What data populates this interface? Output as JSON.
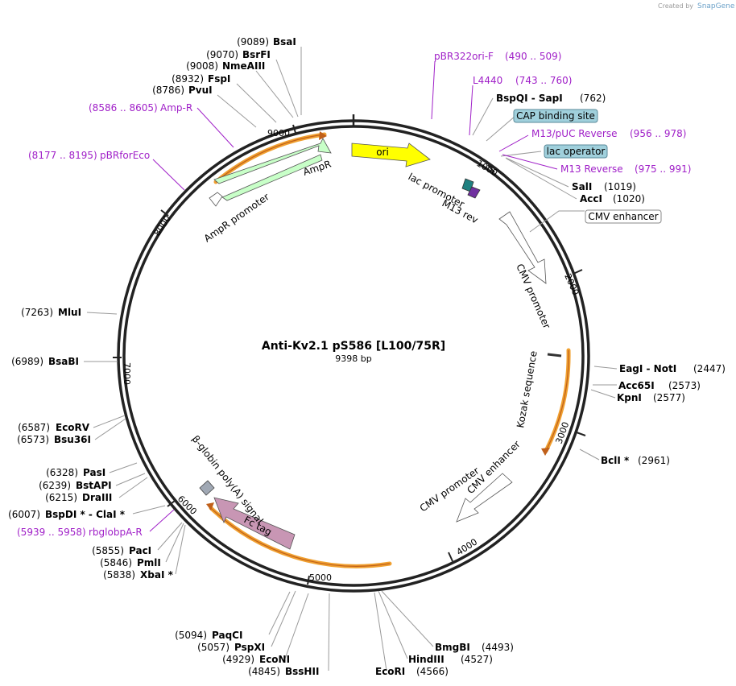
{
  "credit": {
    "text": "Created by",
    "brand": "SnapGene"
  },
  "plasmid": {
    "name": "Anti-Kv2.1 pS586 [L100/75R]",
    "length": "9398 bp",
    "total_bp": 9398
  },
  "ticks": [
    "1000",
    "2000",
    "3000",
    "4000",
    "5000",
    "6000",
    "7000",
    "8000",
    "9000"
  ],
  "enzymes_left": [
    {
      "pos": "(9089)",
      "name": "BsaI"
    },
    {
      "pos": "(9070)",
      "name": "BsrFI"
    },
    {
      "pos": "(9008)",
      "name": "NmeAIII"
    },
    {
      "pos": "(8932)",
      "name": "FspI"
    },
    {
      "pos": "(8786)",
      "name": "PvuI"
    },
    {
      "pos": "(7263)",
      "name": "MluI"
    },
    {
      "pos": "(6989)",
      "name": "BsaBI"
    },
    {
      "pos": "(6587)",
      "name": "EcoRV"
    },
    {
      "pos": "(6573)",
      "name": "Bsu36I"
    },
    {
      "pos": "(6328)",
      "name": "PasI"
    },
    {
      "pos": "(6239)",
      "name": "BstAPI"
    },
    {
      "pos": "(6215)",
      "name": "DraIII"
    },
    {
      "pos": "(6007)",
      "name": "BspDI *  -  ClaI *"
    },
    {
      "pos": "(5855)",
      "name": "PacI"
    },
    {
      "pos": "(5846)",
      "name": "PmlI"
    },
    {
      "pos": "(5838)",
      "name": "XbaI *"
    },
    {
      "pos": "(5094)",
      "name": "PaqCI"
    },
    {
      "pos": "(5057)",
      "name": "PspXI"
    },
    {
      "pos": "(4929)",
      "name": "EcoNI"
    },
    {
      "pos": "(4845)",
      "name": "BssHII"
    }
  ],
  "enzymes_right": [
    {
      "name": "BspQI  -  SapI",
      "pos": "(762)"
    },
    {
      "name": "SalI",
      "pos": "(1019)"
    },
    {
      "name": "AccI",
      "pos": "(1020)"
    },
    {
      "name": "EagI  -  NotI",
      "pos": "(2447)"
    },
    {
      "name": "Acc65I",
      "pos": "(2573)"
    },
    {
      "name": "KpnI",
      "pos": "(2577)"
    },
    {
      "name": "BclI *",
      "pos": "(2961)"
    },
    {
      "name": "BmgBI",
      "pos": "(4493)"
    },
    {
      "name": "HindIII",
      "pos": "(4527)"
    },
    {
      "name": "EcoRI",
      "pos": "(4566)"
    }
  ],
  "primers": [
    {
      "name": "pBR322ori-F",
      "range": "(490 .. 509)"
    },
    {
      "name": "L4440",
      "range": "(743 .. 760)"
    },
    {
      "name": "M13/pUC Reverse",
      "range": "(956 .. 978)"
    },
    {
      "name": "M13 Reverse",
      "range": "(975 .. 991)"
    },
    {
      "name": "Amp-R",
      "range": "(8586 .. 8605)"
    },
    {
      "name": "pBRforEco",
      "range": "(8177 .. 8195)"
    },
    {
      "name": "rbglobpA-R",
      "range": "(5939 .. 5958)"
    }
  ],
  "boxed_features": [
    "CAP binding site",
    "lac operator",
    "CMV enhancer"
  ],
  "features": {
    "ori": "ori",
    "ampr": "AmpR",
    "ampr_promoter": "AmpR promoter",
    "lac_promoter": "lac promoter",
    "m13_rev": "M13 rev",
    "cmv_enhancer_1": "CMV enhancer",
    "cmv_promoter_1": "CMV promoter",
    "kozak": "Kozak sequence",
    "cmv_promoter_2": "CMV promoter",
    "cmv_enhancer_2": "CMV enhancer",
    "fc_tag": "Fc tag",
    "bglobin": "β-globin poly(A) signal"
  },
  "colors": {
    "primer": "#a020c8",
    "ori": "#ffff00",
    "ampr": "#c8ffc8",
    "fc": "#c896b4",
    "box": "#a0d0dc",
    "orange": "#f0a030"
  }
}
